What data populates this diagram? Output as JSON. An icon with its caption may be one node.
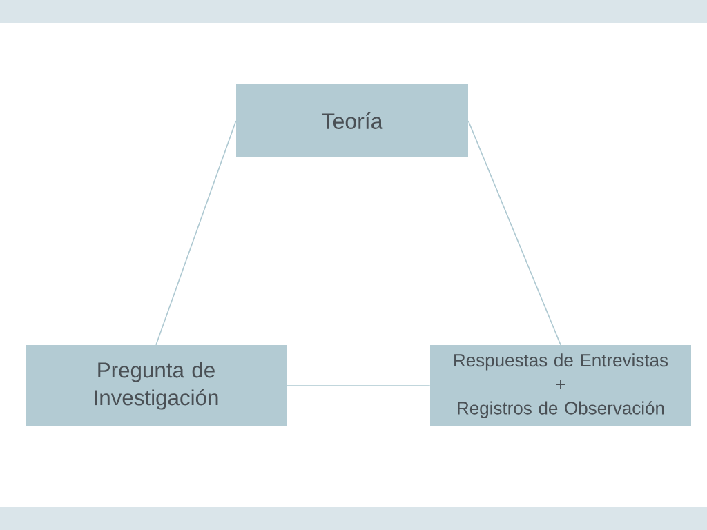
{
  "diagram": {
    "nodes": [
      {
        "text": [
          "Teoría"
        ]
      },
      {
        "text": [
          "Pregunta de Investigación"
        ]
      },
      {
        "text": [
          "Respuestas de Entrevistas",
          "+",
          "Registros de Observación"
        ]
      }
    ],
    "edges": [
      {
        "from": 0,
        "to": 1,
        "arrow": "none"
      },
      {
        "from": 0,
        "to": 2,
        "arrow": "none"
      },
      {
        "from": 1,
        "to": 2,
        "arrow": "none"
      }
    ]
  }
}
